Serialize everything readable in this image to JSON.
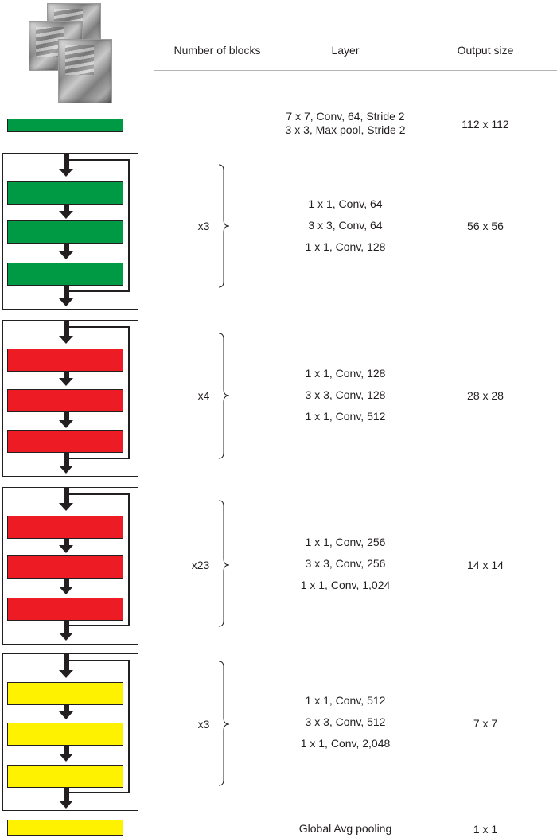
{
  "headers": {
    "blocks": "Number of blocks",
    "layer": "Layer",
    "output": "Output size"
  },
  "colors": {
    "green": "#009a44",
    "red": "#ed1c24",
    "yellow": "#fff200",
    "arrow": "#231f20"
  },
  "input": {
    "icon": "xray-image-stack-icon"
  },
  "stem": {
    "layer_lines": [
      "7 x 7, Conv, 64, Stride 2",
      "3 x 3, Max pool, Stride 2"
    ],
    "output": "112 x 112"
  },
  "stages": [
    {
      "repeat": "x3",
      "layers": [
        "1 x 1, Conv, 64",
        "3 x 3, Conv, 64",
        "1 x 1, Conv, 128"
      ],
      "output": "56 x 56"
    },
    {
      "repeat": "x4",
      "layers": [
        "1 x 1, Conv, 128",
        "3 x 3, Conv, 128",
        "1 x 1, Conv, 512"
      ],
      "output": "28 x 28"
    },
    {
      "repeat": "x23",
      "layers": [
        "1 x 1, Conv, 256",
        "3 x 3, Conv, 256",
        "1 x 1, Conv, 1,024"
      ],
      "output": "14 x 14"
    },
    {
      "repeat": "x3",
      "layers": [
        "1 x 1, Conv, 512",
        "3 x 3, Conv, 512",
        "1 x 1, Conv, 2,048"
      ],
      "output": "7 x 7"
    }
  ],
  "pool": {
    "layer": "Global Avg pooling",
    "output": "1 x 1"
  }
}
